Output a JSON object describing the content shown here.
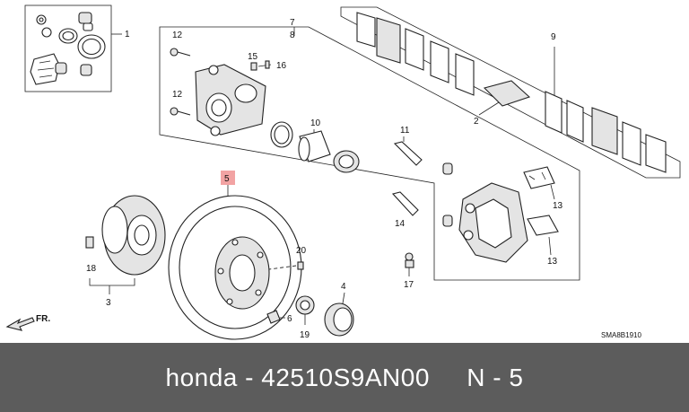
{
  "callouts": {
    "c1": "1",
    "c2": "2",
    "c3": "3",
    "c4": "4",
    "c5": "5",
    "c6": "6",
    "c7": "7",
    "c8": "8",
    "c9": "9",
    "c10": "10",
    "c11": "11",
    "c12a": "12",
    "c12b": "12",
    "c13a": "13",
    "c13b": "13",
    "c14": "14",
    "c15": "15",
    "c16": "16",
    "c17": "17",
    "c18": "18",
    "c19": "19",
    "c20": "20"
  },
  "front_marker": "FR.",
  "diagram_code": "SMA8B1910",
  "highlight_color": "#f2a3a3",
  "footer": {
    "text": "honda - 42510S9AN00     N - 5",
    "background": "#5c5c5c"
  }
}
